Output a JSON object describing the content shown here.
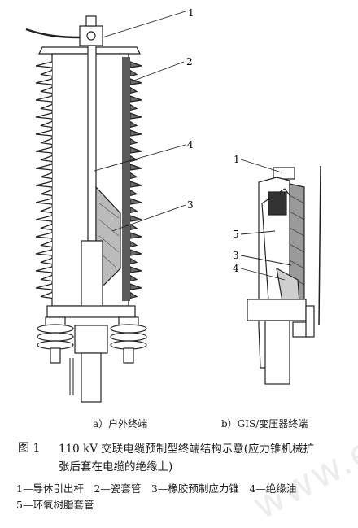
{
  "callouts": {
    "a": [
      "1",
      "2",
      "4",
      "3"
    ],
    "b": [
      "1",
      "5",
      "3",
      "4"
    ]
  },
  "subcaptions": {
    "a": "a）户外终端",
    "b": "b）GIS/变压器终端"
  },
  "caption": {
    "fig_label": "图 1",
    "line1": "110 kV 交联电缆预制型终端结构示意(应力锥机械扩",
    "line2": "张后套在电缆的绝缘上)"
  },
  "legend": {
    "line1": "1—导体引出杆　2—瓷套管　3—橡胶预制应力锥　4—绝缘油",
    "line2": "5—环氧树脂套管"
  },
  "watermark": "www.e"
}
